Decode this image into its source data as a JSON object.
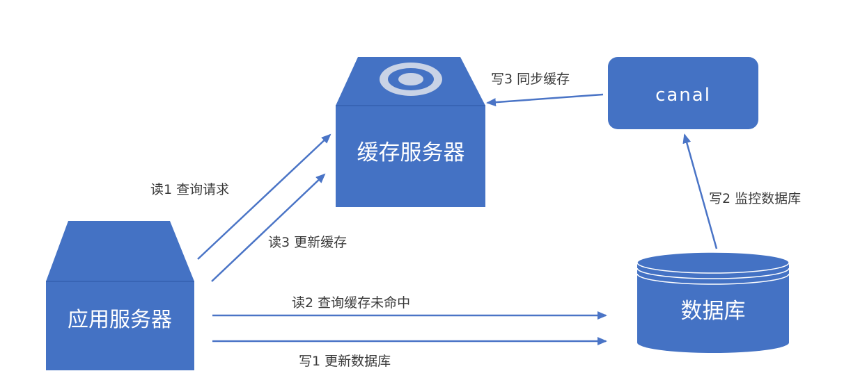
{
  "colors": {
    "node_fill": "#4472c4",
    "node_dark": "#3560ae",
    "arrow": "#4a74c6",
    "label_text": "#3a3a3a",
    "node_text": "#ffffff",
    "cache_ring": "#c9d3e6"
  },
  "nodes": {
    "app_server": {
      "label": "应用服务器"
    },
    "cache_server": {
      "label": "缓存服务器",
      "icon": "ring-icon"
    },
    "canal": {
      "label": "canal"
    },
    "database": {
      "label": "数据库"
    }
  },
  "edges": {
    "read1": {
      "label": "读1  查询请求",
      "from": "app_server",
      "to": "cache_server"
    },
    "read3": {
      "label": "读3  更新缓存",
      "from": "app_server",
      "to": "cache_server"
    },
    "read2": {
      "label": "读2  查询缓存未命中",
      "from": "app_server",
      "to": "database"
    },
    "write1": {
      "label": "写1    更新数据库",
      "from": "app_server",
      "to": "database"
    },
    "write2": {
      "label": "写2  监控数据库",
      "from": "database",
      "to": "canal"
    },
    "write3": {
      "label": "写3  同步缓存",
      "from": "canal",
      "to": "cache_server"
    }
  }
}
